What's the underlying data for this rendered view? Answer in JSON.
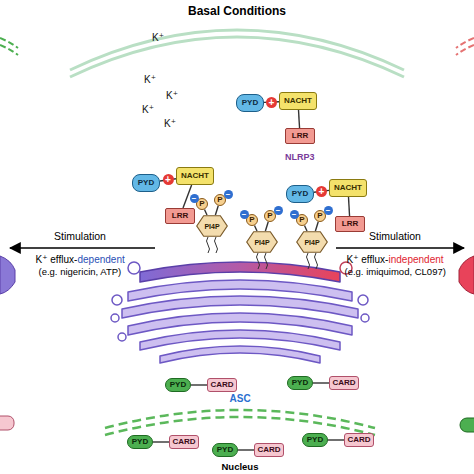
{
  "diagram": {
    "title": "Basal Conditions",
    "nodes": [
      {
        "text": [
          "PYD"
        ]
      },
      {
        "text": [
          "NACHT"
        ]
      },
      {
        "text": [
          "LRR"
        ]
      },
      {
        "text": [
          "PYD"
        ]
      },
      {
        "text": [
          "NACHT"
        ]
      },
      {
        "text": [
          "LRR"
        ]
      },
      {
        "text": [
          "PYD"
        ]
      },
      {
        "text": [
          "NACHT"
        ]
      },
      {
        "text": [
          "LRR"
        ]
      },
      {
        "text": [
          "P"
        ]
      },
      {
        "text": [
          "P"
        ]
      },
      {
        "text": [
          "PI4P"
        ]
      },
      {
        "text": [
          "P"
        ]
      },
      {
        "text": [
          "P"
        ]
      },
      {
        "text": [
          "PI4P"
        ]
      },
      {
        "text": [
          "P"
        ]
      },
      {
        "text": [
          "P"
        ]
      },
      {
        "text": [
          "PI4P"
        ]
      },
      {
        "text": [
          "PYD"
        ]
      },
      {
        "text": [
          "CARD"
        ]
      },
      {
        "text": [
          "PYD"
        ]
      },
      {
        "text": [
          "CARD"
        ]
      },
      {
        "text": [
          "PYD"
        ]
      },
      {
        "text": [
          "CARD"
        ]
      },
      {
        "text": [
          "PYD"
        ]
      },
      {
        "text": [
          "CARD"
        ]
      },
      {
        "text": [
          "PYD"
        ]
      },
      {
        "text": [
          "CARD"
        ]
      }
    ],
    "edges": [
      {
        "from": 0,
        "to": 1,
        "label": "+",
        "arrow": "none"
      },
      {
        "from": 1,
        "to": 2,
        "arrow": "none"
      },
      {
        "from": 3,
        "to": 4,
        "label": "+",
        "arrow": "none"
      },
      {
        "from": 4,
        "to": 5,
        "arrow": "none"
      },
      {
        "from": 6,
        "to": 7,
        "label": "+",
        "arrow": "none"
      },
      {
        "from": 7,
        "to": 8,
        "arrow": "none"
      },
      {
        "from": 9,
        "to": 11,
        "arrow": "none"
      },
      {
        "from": 10,
        "to": 11,
        "arrow": "none"
      },
      {
        "from": 12,
        "to": 14,
        "arrow": "none"
      },
      {
        "from": 13,
        "to": 14,
        "arrow": "none"
      },
      {
        "from": 15,
        "to": 17,
        "arrow": "none"
      },
      {
        "from": 16,
        "to": 17,
        "arrow": "none"
      },
      {
        "from": 18,
        "to": 19,
        "arrow": "none"
      },
      {
        "from": 20,
        "to": 21,
        "arrow": "none"
      },
      {
        "from": 22,
        "to": 23,
        "arrow": "none"
      },
      {
        "from": 24,
        "to": 25,
        "arrow": "none"
      },
      {
        "from": 26,
        "to": 27,
        "arrow": "none"
      }
    ],
    "labels": [
      "K⁺",
      "K⁺",
      "K⁺",
      "K⁺",
      "K⁺",
      "NLRP3",
      "Stimulation",
      "K⁺ efflux-",
      "dependent",
      "(e.g. nigericin, ATP)",
      "Stimulation",
      "K⁺ efflux-",
      "independent",
      "(e.g. imiquimod, CL097)",
      "−",
      "−",
      "−",
      "−",
      "−",
      "−",
      "ASC",
      "Nucleus"
    ]
  }
}
